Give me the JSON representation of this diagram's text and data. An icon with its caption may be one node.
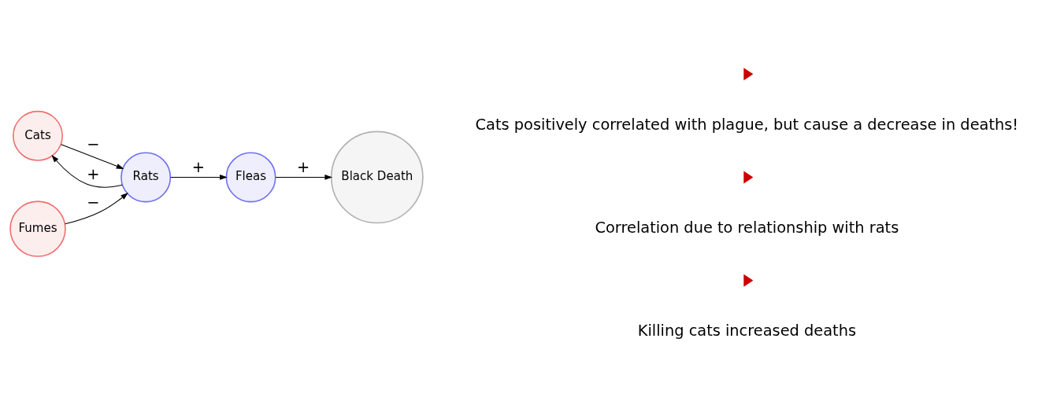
{
  "diagram": {
    "nodes": [
      {
        "text": [
          "Cats"
        ]
      },
      {
        "text": [
          "Rats"
        ]
      },
      {
        "text": [
          "Fleas"
        ]
      },
      {
        "text": [
          "Black Death"
        ]
      },
      {
        "text": [
          "Fumes"
        ]
      }
    ],
    "edges": [
      {
        "from": 0,
        "to": 1,
        "arrow": "to",
        "label": "−"
      },
      {
        "from": 1,
        "to": 0,
        "arrow": "to",
        "label": "+"
      },
      {
        "from": 1,
        "to": 2,
        "arrow": "to",
        "label": "+"
      },
      {
        "from": 2,
        "to": 3,
        "arrow": "to",
        "label": "+"
      },
      {
        "from": 4,
        "to": 1,
        "arrow": "to",
        "label": "−"
      }
    ],
    "labels": [
      "Cats positively correlated with plague, but cause a decrease in deaths!",
      "Correlation due to relationship with rats",
      "Killing cats increased deaths"
    ]
  }
}
